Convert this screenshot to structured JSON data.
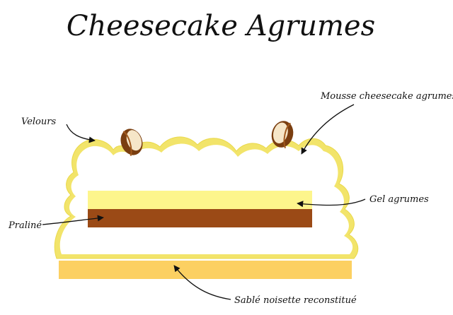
{
  "title": "Cheesecake Agrumes",
  "labels": {
    "velours": "Velours",
    "mousse": "Mousse cheesecake agrumes",
    "gel": "Gel agrumes",
    "praline": "Praliné",
    "sable": "Sablé noisette reconstitué"
  },
  "colors": {
    "velours_outline": "#f2e46a",
    "mousse": "#ffffff",
    "gel": "#fdf58c",
    "praline": "#9b4a16",
    "sable": "#fcd062",
    "hazelnut_shell": "#7a3e10",
    "hazelnut_cut": "#f6e6c8"
  },
  "decorations": [
    "hazelnut",
    "hazelnut"
  ]
}
